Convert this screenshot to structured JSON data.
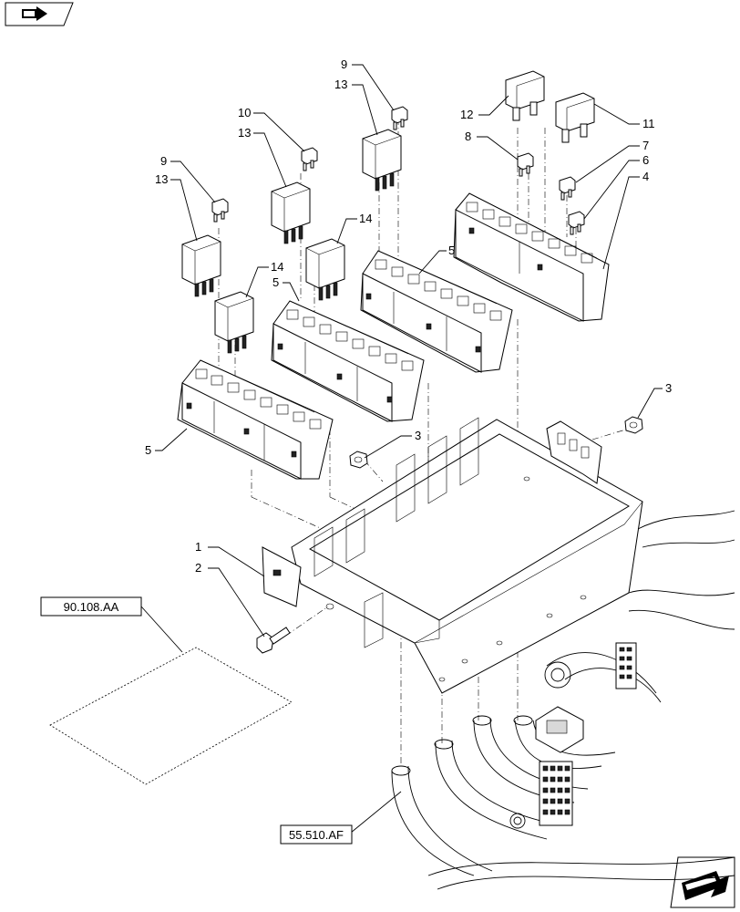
{
  "diagram": {
    "callouts": [
      {
        "id": "c-9a",
        "text": "9"
      },
      {
        "id": "c-13a",
        "text": "13"
      },
      {
        "id": "c-10",
        "text": "10"
      },
      {
        "id": "c-13b",
        "text": "13"
      },
      {
        "id": "c-9b",
        "text": "9"
      },
      {
        "id": "c-13c",
        "text": "13"
      },
      {
        "id": "c-14a",
        "text": "14"
      },
      {
        "id": "c-14b",
        "text": "14"
      },
      {
        "id": "c-5a",
        "text": "5"
      },
      {
        "id": "c-5b",
        "text": "5"
      },
      {
        "id": "c-5c",
        "text": "5"
      },
      {
        "id": "c-12",
        "text": "12"
      },
      {
        "id": "c-11",
        "text": "11"
      },
      {
        "id": "c-8",
        "text": "8"
      },
      {
        "id": "c-7",
        "text": "7"
      },
      {
        "id": "c-6",
        "text": "6"
      },
      {
        "id": "c-4",
        "text": "4"
      },
      {
        "id": "c-3a",
        "text": "3"
      },
      {
        "id": "c-3b",
        "text": "3"
      },
      {
        "id": "c-1",
        "text": "1"
      },
      {
        "id": "c-2",
        "text": "2"
      }
    ],
    "references": {
      "left": "90.108.AA",
      "bottom": "55.510.AF"
    },
    "icons": {
      "top_left": "book-arrow-icon",
      "bottom_right": "next-page-arrow-icon"
    }
  }
}
